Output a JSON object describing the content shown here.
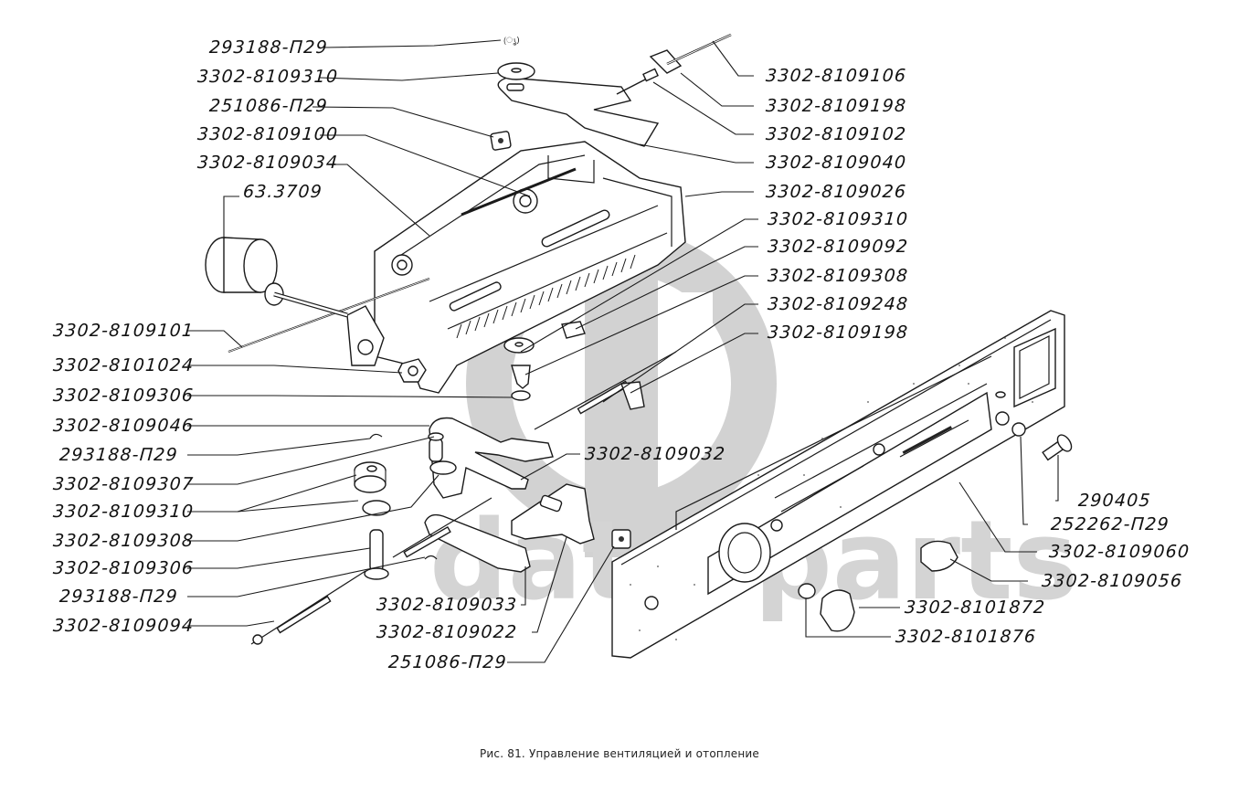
{
  "figure": {
    "caption": "Рис.  81. Управление вентиляцией и  отопление",
    "watermark": {
      "logo": "ФБ",
      "text": "data-parts",
      "color": "#d2d2d2"
    }
  },
  "labels_left": [
    {
      "id": "L1",
      "text": "293188-П29"
    },
    {
      "id": "L2",
      "text": "3302-8109310"
    },
    {
      "id": "L3",
      "text": "251086-П29"
    },
    {
      "id": "L4",
      "text": "3302-8109100"
    },
    {
      "id": "L5",
      "text": "3302-8109034"
    },
    {
      "id": "L6",
      "text": "63.3709"
    },
    {
      "id": "L7",
      "text": "3302-8109101"
    },
    {
      "id": "L8",
      "text": "3302-8101024"
    },
    {
      "id": "L9",
      "text": "3302-8109306"
    },
    {
      "id": "L10",
      "text": "3302-8109046"
    },
    {
      "id": "L11",
      "text": "293188-П29"
    },
    {
      "id": "L12",
      "text": "3302-8109307"
    },
    {
      "id": "L13",
      "text": "3302-8109310"
    },
    {
      "id": "L14",
      "text": "3302-8109308"
    },
    {
      "id": "L15",
      "text": "3302-8109306"
    },
    {
      "id": "L16",
      "text": "293188-П29"
    },
    {
      "id": "L17",
      "text": "3302-8109094"
    }
  ],
  "labels_right": [
    {
      "id": "R1",
      "text": "3302-8109106"
    },
    {
      "id": "R2",
      "text": "3302-8109198"
    },
    {
      "id": "R3",
      "text": "3302-8109102"
    },
    {
      "id": "R4",
      "text": "3302-8109040"
    },
    {
      "id": "R5",
      "text": "3302-8109026"
    },
    {
      "id": "R6",
      "text": "3302-8109310"
    },
    {
      "id": "R7",
      "text": "3302-8109092"
    },
    {
      "id": "R8",
      "text": "3302-8109308"
    },
    {
      "id": "R9",
      "text": "3302-8109248"
    },
    {
      "id": "R10",
      "text": "3302-8109198"
    }
  ],
  "labels_center": [
    {
      "id": "C1",
      "text": "3302-8109032"
    },
    {
      "id": "C2",
      "text": "3302-8109033"
    },
    {
      "id": "C3",
      "text": "3302-8109022"
    },
    {
      "id": "C4",
      "text": "251086-П29"
    }
  ],
  "labels_panel": [
    {
      "id": "P1",
      "text": "290405"
    },
    {
      "id": "P2",
      "text": "252262-П29"
    },
    {
      "id": "P3",
      "text": "3302-8109060"
    },
    {
      "id": "P4",
      "text": "3302-8109056"
    },
    {
      "id": "P5",
      "text": "3302-8101872"
    },
    {
      "id": "P6",
      "text": "3302-8101876"
    }
  ]
}
